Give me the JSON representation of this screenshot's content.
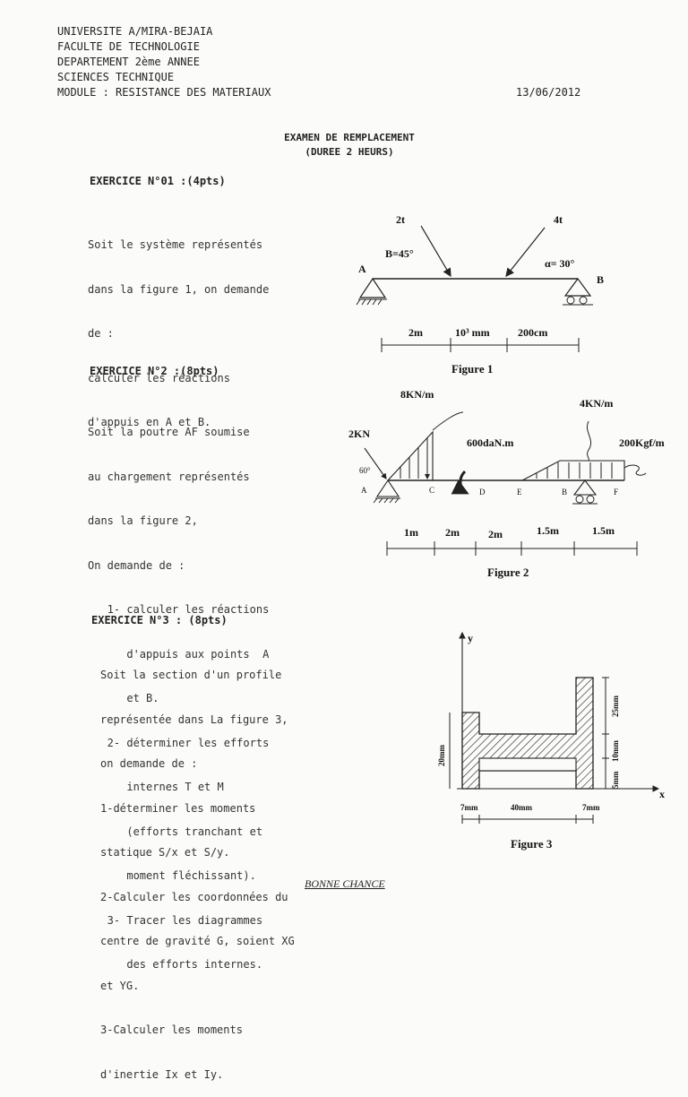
{
  "header": {
    "lines": [
      "UNIVERSITE A/MIRA-BEJAIA",
      "FACULTE DE TECHNOLOGIE",
      "DEPARTEMENT 2ème ANNEE",
      "SCIENCES TECHNIQUE",
      "MODULE : RESISTANCE DES MATERIAUX"
    ],
    "date": "13/06/2012"
  },
  "exam": {
    "title": "EXAMEN DE REMPLACEMENT",
    "duration": "(DUREE 2 HEURS)"
  },
  "ex1": {
    "title": "EXERCICE N°01 :(4pts)",
    "text_lines": [
      "Soit le système représentés",
      "dans la figure 1, on demande",
      "de :",
      "calculer les réactions",
      "d'appuis en A et B."
    ],
    "figure": {
      "caption": "Figure 1",
      "force_left": "2t",
      "force_right": "4t",
      "angle_left": "B=45°",
      "angle_right": "α= 30°",
      "point_a": "A",
      "point_b": "B",
      "dims": [
        "2m",
        "10³ mm",
        "200cm"
      ]
    }
  },
  "ex2": {
    "title": "EXERCICE N°2 :(8pts)",
    "text_lines": [
      "Soit la poutre AF soumise",
      "au chargement représentés",
      "dans la figure 2,",
      "On demande de :",
      "   1- calculer les réactions",
      "      d'appuis aux points  A",
      "      et B.",
      "   2- déterminer les efforts",
      "      internes T et M",
      "      (efforts tranchant et",
      "      moment fléchissant).",
      "   3- Tracer les diagrammes",
      "      des efforts internes."
    ],
    "figure": {
      "caption": "Figure 2",
      "load1": "8KN/m",
      "load2": "4KN/m",
      "force": "2KN",
      "angle": "60°",
      "moment": "600daN.m",
      "force2": "200Kgf/m",
      "points": [
        "A",
        "C",
        "D",
        "E",
        "B",
        "F"
      ],
      "dims": [
        "1m",
        "2m",
        "2m",
        "1.5m",
        "1.5m"
      ]
    }
  },
  "ex3": {
    "title": "EXERCICE N°3 : (8pts)",
    "text_lines": [
      "Soit la section d'un profile",
      "représentée dans La figure 3,",
      "on demande de :",
      "1-déterminer les moments",
      "statique S/x et S/y.",
      "2-Calculer les coordonnées du",
      "centre de gravité G, soient XG",
      "et YG.",
      "3-Calculer les moments",
      "d'inertie Ix et Iy."
    ],
    "figure": {
      "caption": "Figure 3",
      "axis_x": "x",
      "axis_y": "y",
      "dim_left": "20mm",
      "dims_right": [
        "25mm",
        "10mm",
        "5mm"
      ],
      "dims_bottom": [
        "7mm",
        "40mm",
        "7mm"
      ]
    }
  },
  "footer": "BONNE CHANCE"
}
